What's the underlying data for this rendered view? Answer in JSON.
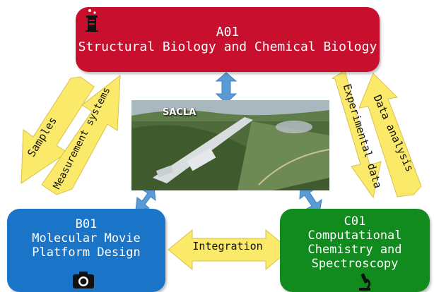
{
  "colors": {
    "a01": "#c8102e",
    "b01": "#1a74c8",
    "c01": "#118a1e",
    "yellow_arrow": "#fbe96a",
    "blue_arrow": "#5b9bd5"
  },
  "boxes": {
    "a01": {
      "code": "A01",
      "title_lines": [
        "Structural Biology and Chemical Biology"
      ],
      "icon": "lab-equipment-icon"
    },
    "b01": {
      "code": "B01",
      "title_lines": [
        "Molecular Movie",
        "Platform Design"
      ],
      "icon": "camera-icon"
    },
    "c01": {
      "code": "C01",
      "title_lines": [
        "Computational",
        "Chemistry and",
        "Spectroscopy"
      ],
      "icon": "microscope-icon"
    }
  },
  "center_photo": {
    "label": "SACLA"
  },
  "arrows": {
    "samples": "Samples",
    "measurement_systems": "Measurement systems",
    "experimental_data": "Experimental data",
    "data_analysis": "Data analysis",
    "integration": "Integration"
  }
}
